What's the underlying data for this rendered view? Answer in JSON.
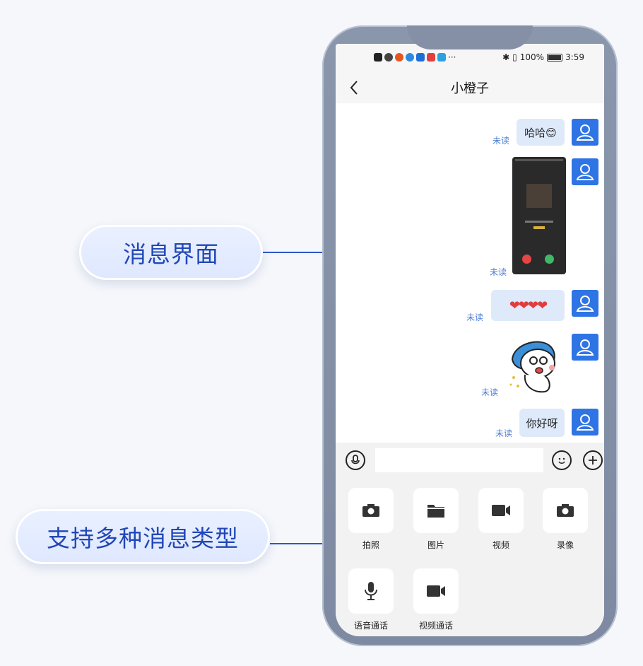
{
  "callouts": {
    "message_ui": "消息界面",
    "multi_types": "支持多种消息类型"
  },
  "status_bar": {
    "battery_percent": "100%",
    "time": "3:59",
    "more": "···"
  },
  "chat": {
    "title": "小橙子",
    "messages": [
      {
        "text": "哈哈😊",
        "status": "未读"
      },
      {
        "text": "",
        "status": "未读"
      },
      {
        "text": "❤❤❤❤",
        "status": "未读"
      },
      {
        "text": "",
        "status": "未读"
      },
      {
        "text": "你好呀",
        "status": "未读"
      }
    ]
  },
  "input": {
    "placeholder": ""
  },
  "tools": [
    {
      "label": "拍照",
      "icon": "camera-icon"
    },
    {
      "label": "图片",
      "icon": "folder-icon"
    },
    {
      "label": "视频",
      "icon": "video-icon"
    },
    {
      "label": "录像",
      "icon": "camera-icon"
    },
    {
      "label": "语音通话",
      "icon": "microphone-icon"
    },
    {
      "label": "视频通话",
      "icon": "video-call-icon"
    }
  ],
  "colors": {
    "accent": "#2f74e4",
    "bubble": "#deeafa",
    "unread": "#4f7fd1",
    "callout_text": "#2147b8"
  }
}
